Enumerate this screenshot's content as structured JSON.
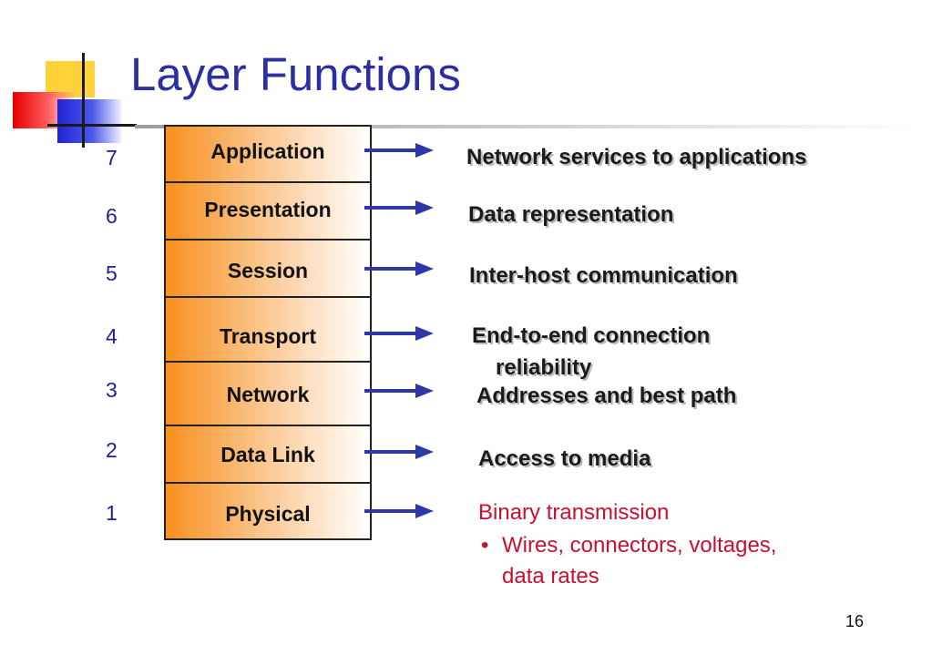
{
  "slide": {
    "title": "Layer Functions",
    "page_number": "16"
  },
  "layers": [
    {
      "num": "7",
      "name": "Application",
      "function": "Network services to applications"
    },
    {
      "num": "6",
      "name": "Presentation",
      "function": "Data representation"
    },
    {
      "num": "5",
      "name": "Session",
      "function": "Inter-host communication"
    },
    {
      "num": "4",
      "name": "Transport",
      "function": "End-to-end connection",
      "function_line2": "reliability"
    },
    {
      "num": "3",
      "name": "Network",
      "function": "Addresses and best path"
    },
    {
      "num": "2",
      "name": "Data Link",
      "function": "Access to media"
    },
    {
      "num": "1",
      "name": "Physical",
      "function": "Binary transmission",
      "bullet": "•",
      "bullet_line1": "Wires, connectors, voltages,",
      "bullet_line2": "data rates"
    }
  ],
  "colors": {
    "title": "#2b2fa0",
    "numbers": "#1e1e9a",
    "arrows": "#2f36a8",
    "layer_fill": "#f7901e",
    "physical_text": "#c8102e"
  }
}
